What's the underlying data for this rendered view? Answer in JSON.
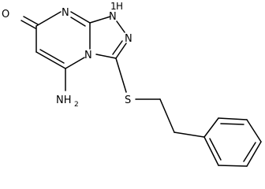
{
  "diagram": {
    "type": "structural-formula",
    "atoms": {
      "oxygen": "O",
      "nh_ring": "N",
      "nh_h": "H",
      "n_ring_left": "N",
      "n_ring_right": "N",
      "n_bridge": "N",
      "sulfur": "S",
      "amino_n": "NH",
      "amino_sub": "2",
      "h_label_1": "1"
    }
  }
}
